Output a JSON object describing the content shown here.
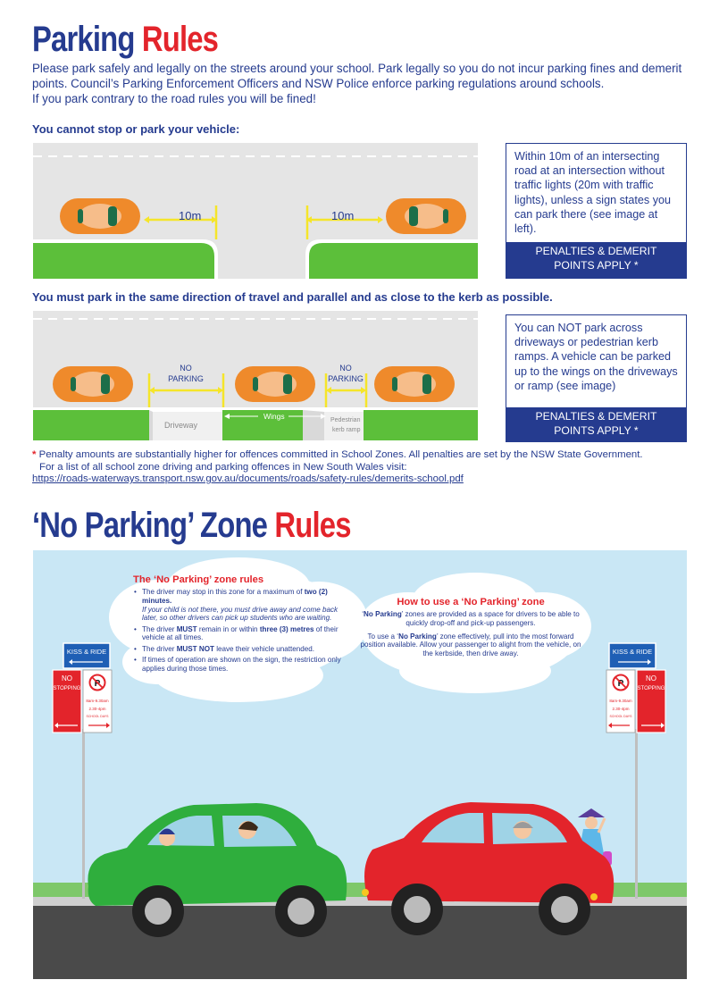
{
  "section1": {
    "title_part1": "Parking",
    "title_part2": "Rules",
    "intro_lines": [
      "Please park safely and legally on the streets around your school. Park legally so you do not incur parking fines and demerit points. Council’s Parking Enforcement Officers and NSW Police enforce parking regulations around schools.",
      "If you park contrary to the road rules you will be fined!"
    ],
    "subhead1": "You cannot stop or park your vehicle:",
    "diagram1": {
      "distance_left": "10m",
      "distance_right": "10m"
    },
    "info1": {
      "text": "Within 10m of an intersecting road at an intersection without traffic lights (20m with traffic lights), unless a sign states you can park there (see image at left).",
      "penalty_line1": "PENALTIES & DEMERIT",
      "penalty_line2": "POINTS APPLY *"
    },
    "subhead2": "You must park in the same direction of travel and parallel and as close to the kerb as possible.",
    "diagram2": {
      "no_parking_1": "NO",
      "no_parking_2": "PARKING",
      "driveway": "Driveway",
      "wings": "Wings",
      "ped_1": "Pedestrian",
      "ped_2": "kerb ramp"
    },
    "info2": {
      "text": "You can NOT park across driveways or pedestrian kerb ramps. A vehicle can be parked up to the wings on the driveways or ramp (see image)",
      "penalty_line1": "PENALTIES & DEMERIT",
      "penalty_line2": "POINTS APPLY *"
    },
    "note": {
      "star": "*",
      "line1": " Penalty amounts are substantially higher for offences committed in School Zones. All penalties are set by the NSW State Government.",
      "line2": "For a list of all school zone driving and parking offences in New South Wales visit:",
      "link": "https://roads-waterways.transport.nsw.gov.au/documents/roads/safety-rules/demerits-school.pdf"
    }
  },
  "section2": {
    "title_part1": "‘No Parking’ Zone",
    "title_part2": "Rules",
    "cloud1": {
      "heading": "The ‘No Parking’ zone rules",
      "b1_pre": "The driver may stop in this zone for a maximum of ",
      "b1_bold": "two (2) minutes.",
      "b1_italic": "If your child is not there, you must drive away and come back later, so other drivers can pick up students who are waiting.",
      "b2_pre": "The driver ",
      "b2_bold1": "MUST",
      "b2_mid": " remain in or within ",
      "b2_bold2": "three (3) metres",
      "b2_post": " of their vehicle at all times.",
      "b3_pre": "The driver ",
      "b3_bold": "MUST NOT",
      "b3_post": " leave their vehicle unattended.",
      "b4": "If times of operation are shown on the sign, the restriction only applies during those times."
    },
    "cloud2": {
      "heading": "How to use a ‘No Parking’ zone",
      "p1_q1": "‘",
      "p1_bold": "No Parking",
      "p1_post": "’ zones are provided as a space for drivers to be able to quickly drop-off and pick-up passengers.",
      "p2_pre": "To use a ‘",
      "p2_bold": "No Parking",
      "p2_post": "’ zone effectively, pull into the most forward position available. Allow your passenger to alight from the vehicle, on the kerbside, then drive away."
    },
    "signs": {
      "kiss_ride": "KISS & RIDE",
      "no": "NO",
      "stopping": "STOPPING",
      "p": "P",
      "time1": "8am-9.30am",
      "time2": "2.30-4pm",
      "school_days": "SCHOOL DAYS"
    }
  },
  "colors": {
    "navy": "#253b8f",
    "red": "#e3242b",
    "sky": "#c9e7f5",
    "grass": "#5cbf3a",
    "road": "#4a4a4a",
    "car_green": "#2fae3d",
    "car_red": "#e3242b",
    "car_orange": "#ef8a2b"
  }
}
